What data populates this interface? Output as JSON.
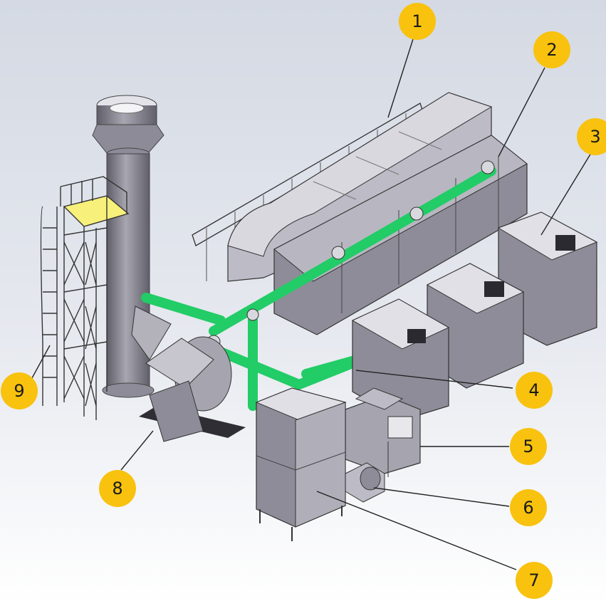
{
  "diagram": {
    "callouts": [
      {
        "id": 1,
        "label": "1"
      },
      {
        "id": 2,
        "label": "2"
      },
      {
        "id": 3,
        "label": "3"
      },
      {
        "id": 4,
        "label": "4"
      },
      {
        "id": 5,
        "label": "5"
      },
      {
        "id": 6,
        "label": "6"
      },
      {
        "id": 7,
        "label": "7"
      },
      {
        "id": 8,
        "label": "8"
      },
      {
        "id": 9,
        "label": "9"
      }
    ],
    "colors": {
      "callout_fill": "#f8c20e",
      "pipe_green": "#22cc66",
      "steel": "#9a98a4",
      "steel_light": "#c9c8d0",
      "steel_dark": "#6e6c78",
      "platform_yellow": "#f7f07a",
      "leader_line": "#222222"
    }
  }
}
